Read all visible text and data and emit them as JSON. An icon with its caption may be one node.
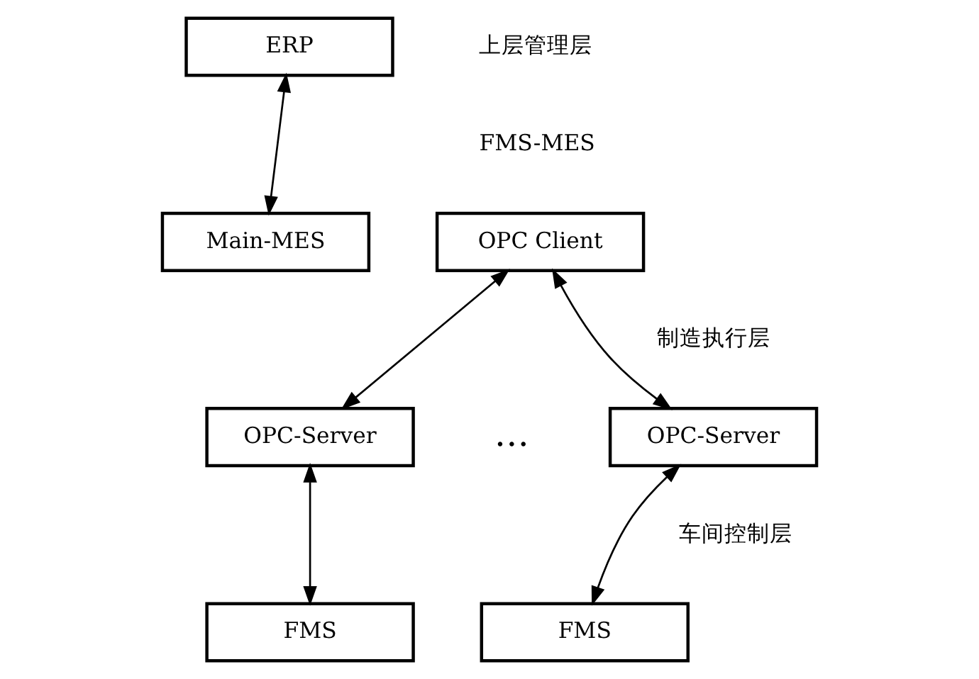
{
  "diagram": {
    "nodes": [
      {
        "text": [
          "ERP"
        ]
      },
      {
        "text": [
          "Main-MES"
        ]
      },
      {
        "text": [
          "OPC Client"
        ]
      },
      {
        "text": [
          "OPC-Server"
        ]
      },
      {
        "text": [
          "OPC-Server"
        ]
      },
      {
        "text": [
          "FMS"
        ]
      },
      {
        "text": [
          "FMS"
        ]
      }
    ],
    "edges": [
      {
        "from": 0,
        "to": 1,
        "arrow": "both"
      },
      {
        "from": 2,
        "to": 3,
        "arrow": "both"
      },
      {
        "from": 2,
        "to": 4,
        "arrow": "both"
      },
      {
        "from": 3,
        "to": 5,
        "arrow": "both"
      },
      {
        "from": 4,
        "to": 6,
        "arrow": "both"
      }
    ],
    "labels": [
      "上层管理层",
      "FMS-MES",
      "制造执行层",
      "…",
      "车间控制层"
    ]
  }
}
